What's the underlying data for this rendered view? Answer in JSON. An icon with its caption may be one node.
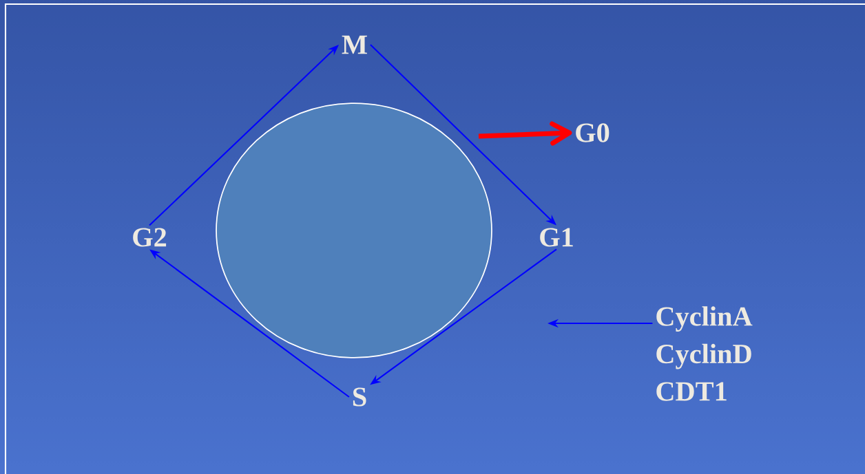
{
  "diagram": {
    "nodes": [
      {
        "text": [
          "M"
        ]
      },
      {
        "text": [
          "G0"
        ]
      },
      {
        "text": [],
        "shape": "circle"
      },
      {
        "text": [
          "G2"
        ]
      },
      {
        "text": [
          "G1"
        ]
      },
      {
        "text": [
          "S"
        ]
      },
      {
        "text": [
          "CyclinA",
          "CyclinD",
          "CDT1"
        ]
      }
    ],
    "edges": [
      {
        "from": 0,
        "to": 4,
        "arrow": "to"
      },
      {
        "from": 4,
        "to": 5,
        "arrow": "to"
      },
      {
        "from": 5,
        "to": 3,
        "arrow": "to"
      },
      {
        "from": 3,
        "to": 0,
        "arrow": "to"
      },
      {
        "from": null,
        "to": 1,
        "arrow": "to",
        "style": "thick",
        "color": "#ff0000"
      },
      {
        "from": 6,
        "to": null,
        "arrow": "to"
      }
    ]
  }
}
